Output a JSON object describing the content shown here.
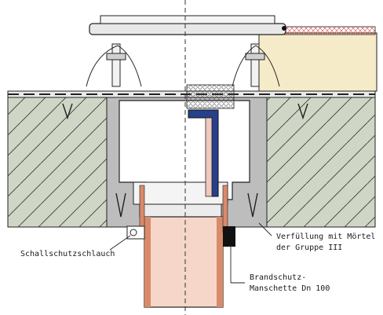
{
  "labels": {
    "schallschutz": "Schallschutzschlauch",
    "verfuellung_1": "Verfüllung mit Mörtel",
    "verfuellung_2": "der Gruppe III",
    "brandschutz_1": "Brandschutz-",
    "brandschutz_2": "Manschette Dn 100"
  },
  "colors": {
    "concrete": "#cfd6c6",
    "hatch": "#3a3a3a",
    "insulation": "#f6ebc9",
    "mortar": "#bdbdbd",
    "pipe": "#d98a6a",
    "seal": "#27408b",
    "metal": "#e8e8e8",
    "outline": "#222222"
  }
}
